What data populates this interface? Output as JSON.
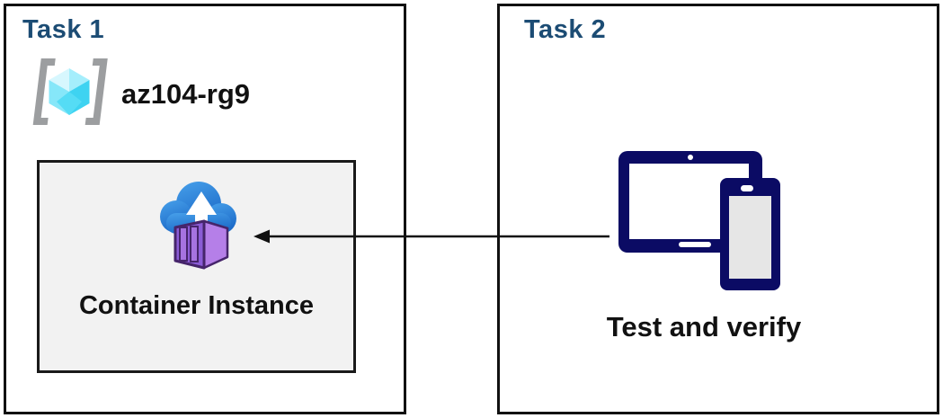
{
  "task1": {
    "title": "Task 1",
    "resource_group_name": "az104-rg9",
    "container_label": "Container Instance"
  },
  "task2": {
    "title": "Task 2",
    "caption": "Test and verify"
  },
  "connector": {
    "type": "arrow",
    "direction": "right-to-left",
    "from": "devices-icon",
    "to": "container-instance-box"
  },
  "icons": {
    "resource_group": "resource-group-icon",
    "container_instance": "container-instance-icon",
    "devices": "tablet-and-phone-icon",
    "arrow": "arrow-left-icon"
  },
  "colors": {
    "task_title_blue": "#1C4C74",
    "box_border": "#111111",
    "inner_box_fill": "#F2F2F2",
    "device_navy": "#0B0B64",
    "cloud_blue_top": "#47A0EA",
    "cloud_blue_bottom": "#1C6AC8",
    "container_front_purple": "#8B5CD6",
    "container_side_purple": "#B57FE8",
    "container_door_purple": "#A673E0",
    "container_outline_purple": "#46256B",
    "rg_bracket_gray": "#9C9EA0",
    "rg_cube_light": "#D7F7FE",
    "rg_cube_mid": "#86E7F9",
    "rg_cube_dark": "#3ED3F1",
    "text_black": "#111111"
  }
}
